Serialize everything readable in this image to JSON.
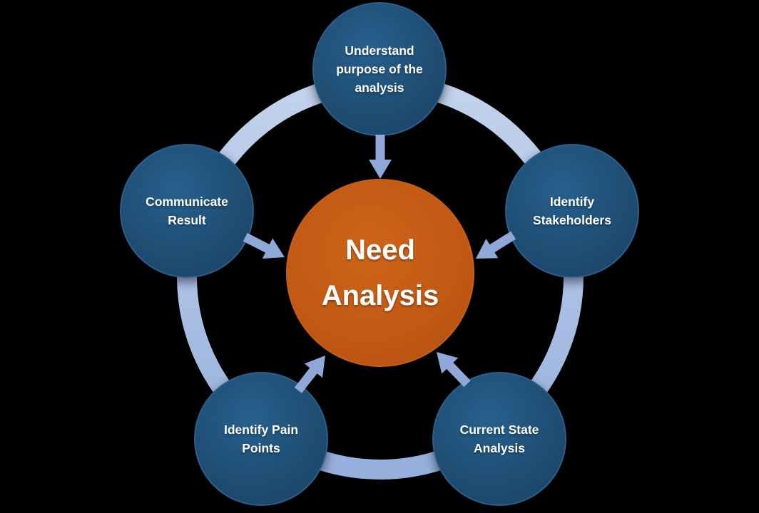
{
  "diagram": {
    "title_semantic": "Need analysis cycle diagram",
    "background_color": "#000000",
    "ring_color_top": "#c3d3ec",
    "ring_color_bottom": "#96b0dd",
    "arrow_color": "#8fa8d8",
    "node_fill_color": "#1f4e74",
    "center_fill_color": "#c25914",
    "text_color": "#ffffff",
    "center": {
      "label": "Need Analysis"
    },
    "nodes": [
      {
        "id": "understand-purpose",
        "position": "top",
        "label": "Understand purpose of the analysis"
      },
      {
        "id": "identify-stakeholders",
        "position": "right",
        "label": "Identify Stakeholders"
      },
      {
        "id": "current-state-analysis",
        "position": "bottom-right",
        "label": "Current State Analysis"
      },
      {
        "id": "identify-pain-points",
        "position": "bottom-left",
        "label": "Identify Pain Points"
      },
      {
        "id": "communicate-result",
        "position": "left",
        "label": "Communicate Result"
      }
    ]
  }
}
